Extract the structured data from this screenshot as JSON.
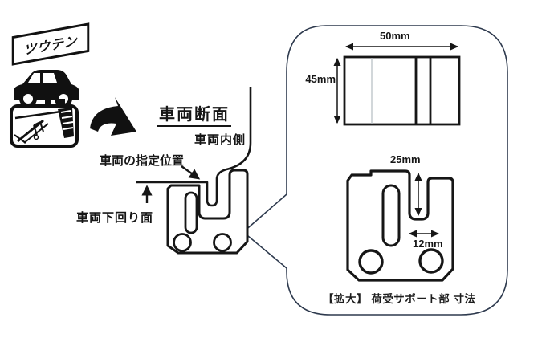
{
  "logo": {
    "text": "ツウテン"
  },
  "main_view": {
    "title": "車両断面",
    "labels": {
      "inner_side": "車両内側",
      "designated_position": "車両の指定位置",
      "underside_surface": "車両下回り面"
    }
  },
  "callout": {
    "dimensions": {
      "plate_width": "50mm",
      "plate_height": "45mm",
      "notch_depth": "25mm",
      "notch_width": "12mm"
    },
    "caption": "【拡大】 荷受サポート部 寸法"
  },
  "icons": {
    "car": "car-side-silhouette-icon",
    "undercarriage": "vehicle-undercarriage-photo-sketch",
    "curved_arrow": "curved-arrow-down-right-icon",
    "balloon": "magnify-callout-balloon"
  },
  "colors": {
    "ink": "#161616",
    "balloon_border": "#2e3a4e",
    "faint_line": "#b5bcc2",
    "background": "#ffffff"
  }
}
